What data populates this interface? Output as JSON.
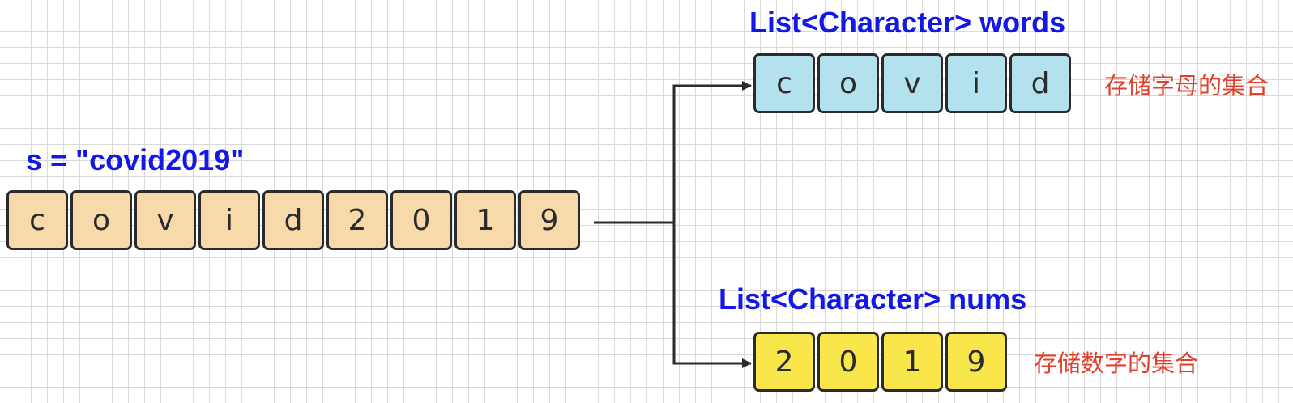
{
  "source": {
    "label": "s = \"covid2019\"",
    "cells": [
      "c",
      "o",
      "v",
      "i",
      "d",
      "2",
      "0",
      "1",
      "9"
    ]
  },
  "words": {
    "label": "List<Character> words",
    "cells": [
      "c",
      "o",
      "v",
      "i",
      "d"
    ],
    "note": "存储字母的集合"
  },
  "nums": {
    "label": "List<Character> nums",
    "cells": [
      "2",
      "0",
      "1",
      "9"
    ],
    "note": "存储数字的集合"
  },
  "colors": {
    "label_blue": "#1418e6",
    "note_red": "#e3402c",
    "source_fill": "#f7d9aa",
    "words_fill": "#b3e2ee",
    "nums_fill": "#f9e64b",
    "stroke": "#2b2b2b"
  }
}
